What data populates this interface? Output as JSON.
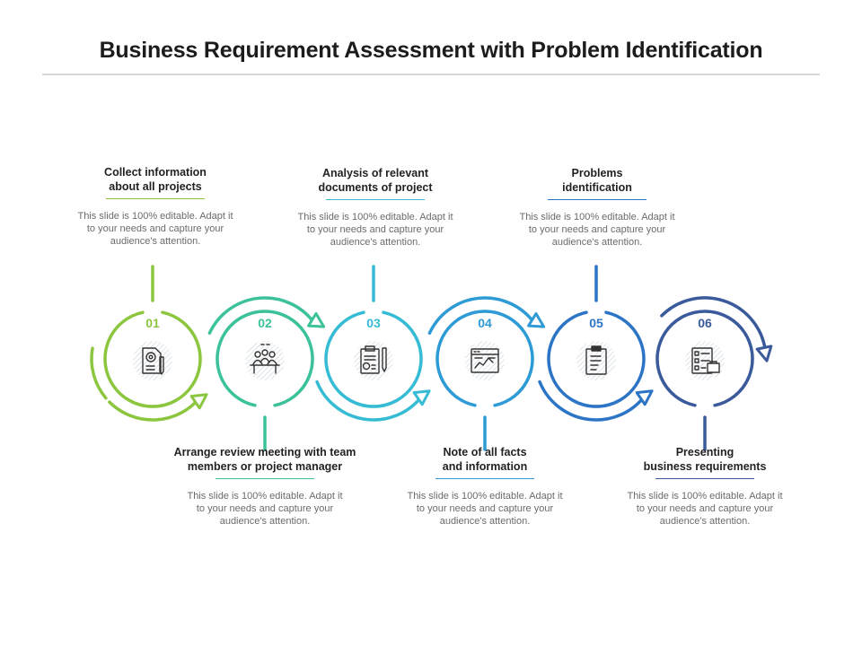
{
  "title": "Business Requirement Assessment with Problem Identification",
  "steps": [
    {
      "num": "01",
      "heading": "Collect information about all projects",
      "heading_lines": [
        "Collect information",
        "about all projects"
      ],
      "desc_lines": [
        "This slide is 100% editable. Adapt it",
        "to your needs and capture your",
        "audience's attention."
      ],
      "color": "#8cc63f",
      "icon": "document-gear-icon"
    },
    {
      "num": "02",
      "heading": "Arrange review meeting with team members or project manager",
      "heading_lines": [
        "Arrange review meeting with team",
        "members or project manager"
      ],
      "desc_lines": [
        "This slide is 100% editable. Adapt it",
        "to your needs and capture your",
        "audience's attention."
      ],
      "color": "#3cc29a",
      "icon": "team-meeting-icon"
    },
    {
      "num": "03",
      "heading": "Analysis of relevant documents of project",
      "heading_lines": [
        "Analysis  of relevant",
        "documents  of project"
      ],
      "desc_lines": [
        "This slide is 100% editable. Adapt it",
        "to your needs and capture your",
        "audience's attention."
      ],
      "color": "#35bcd4",
      "icon": "clipboard-pen-icon"
    },
    {
      "num": "04",
      "heading": "Note of all facts and information",
      "heading_lines": [
        "Note of all facts",
        "and information"
      ],
      "desc_lines": [
        "This slide is 100% editable. Adapt it",
        "to your needs and capture your",
        "audience's attention."
      ],
      "color": "#2e9bd6",
      "icon": "browser-chart-icon"
    },
    {
      "num": "05",
      "heading": "Problems identification",
      "heading_lines": [
        "Problems",
        "identification"
      ],
      "desc_lines": [
        "This slide is 100% editable. Adapt it",
        "to your needs and capture your",
        "audience's attention."
      ],
      "color": "#2c74c6",
      "icon": "clipboard-list-icon"
    },
    {
      "num": "06",
      "heading": "Presenting business requirements",
      "heading_lines": [
        "Presenting",
        "business  requirements"
      ],
      "desc_lines": [
        "This slide is 100% editable. Adapt it",
        "to your needs and capture your",
        "audience's attention."
      ],
      "color": "#3a5a9c",
      "icon": "checklist-icon"
    }
  ]
}
